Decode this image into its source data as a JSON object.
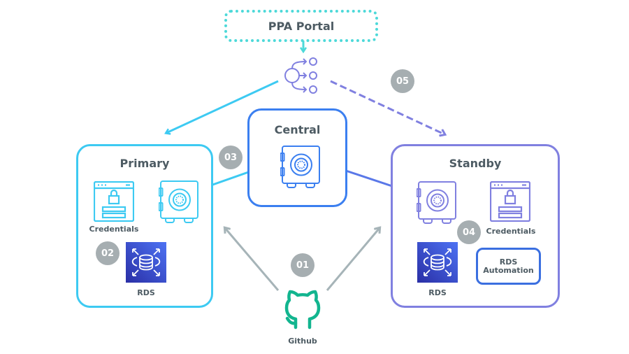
{
  "portal": {
    "label": "PPA Portal"
  },
  "regions": {
    "primary": {
      "title": "Primary",
      "credentials_label": "Credentials",
      "rds_label": "RDS"
    },
    "central": {
      "title": "Central"
    },
    "standby": {
      "title": "Standby",
      "credentials_label": "Credentials",
      "rds_label": "RDS",
      "automation_label": "RDS Automation"
    }
  },
  "source": {
    "label": "Github"
  },
  "steps": [
    "01",
    "02",
    "03",
    "04",
    "05"
  ],
  "colors": {
    "primary": "#3dcaf2",
    "central": "#3b7ff0",
    "standby": "#8080e0",
    "portal": "#4dd9d9",
    "github": "#12b58f",
    "rds": "#3b48cc",
    "badge": "#a6aeb1",
    "github_arrows": "#a6b4b8"
  },
  "icons": {
    "router": "fan-out-icon",
    "vault": "safe-icon",
    "credentials": "browser-lock-icon",
    "rds": "database-icon",
    "github": "github-octocat-icon"
  }
}
